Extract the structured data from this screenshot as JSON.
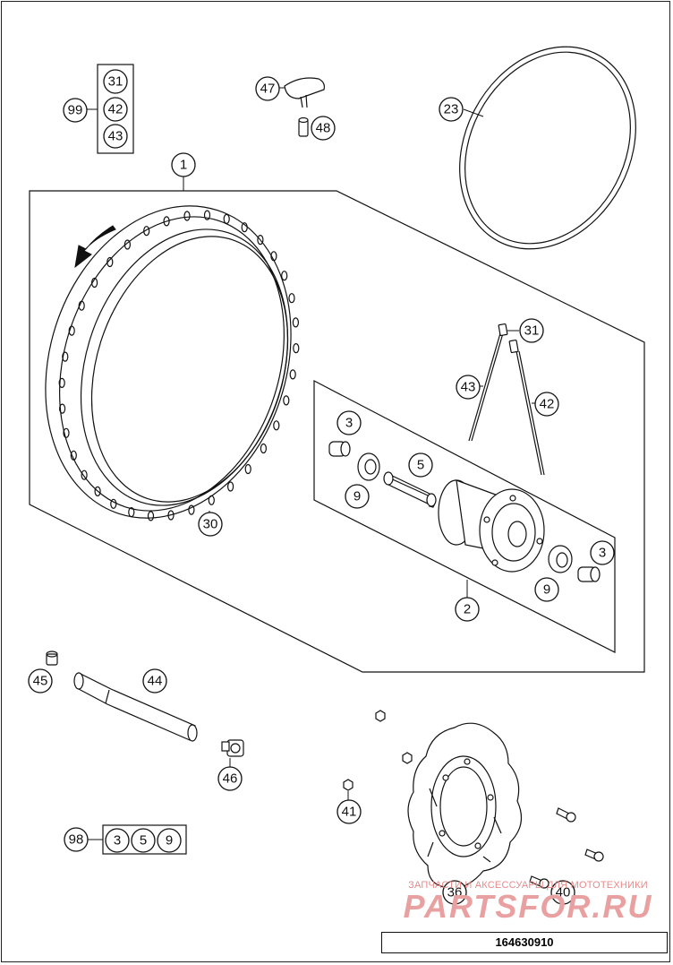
{
  "drawing": {
    "number": "164630910",
    "callouts": {
      "c1": "1",
      "c2": "2",
      "c3a": "3",
      "c3b": "3",
      "c5": "5",
      "c9a": "9",
      "c9b": "9",
      "c23": "23",
      "c30": "30",
      "c31a": "31",
      "c31b": "31",
      "c36": "36",
      "c40": "40",
      "c41": "41",
      "c42a": "42",
      "c42b": "42",
      "c43a": "43",
      "c43b": "43",
      "c44": "44",
      "c45": "45",
      "c46": "46",
      "c47": "47",
      "c48": "48",
      "c98": "98",
      "c99": "99",
      "k98_3": "3",
      "k98_5": "5",
      "k98_9": "9"
    }
  },
  "watermark": {
    "caption": "ЗАПЧАСТИ И АКСЕССУАРЫ ДЛЯ МОТОТЕХНИКИ",
    "logo": "PARTSFOR.RU"
  },
  "colors": {
    "line": "#111111",
    "watermark": "#e8a0a0"
  }
}
